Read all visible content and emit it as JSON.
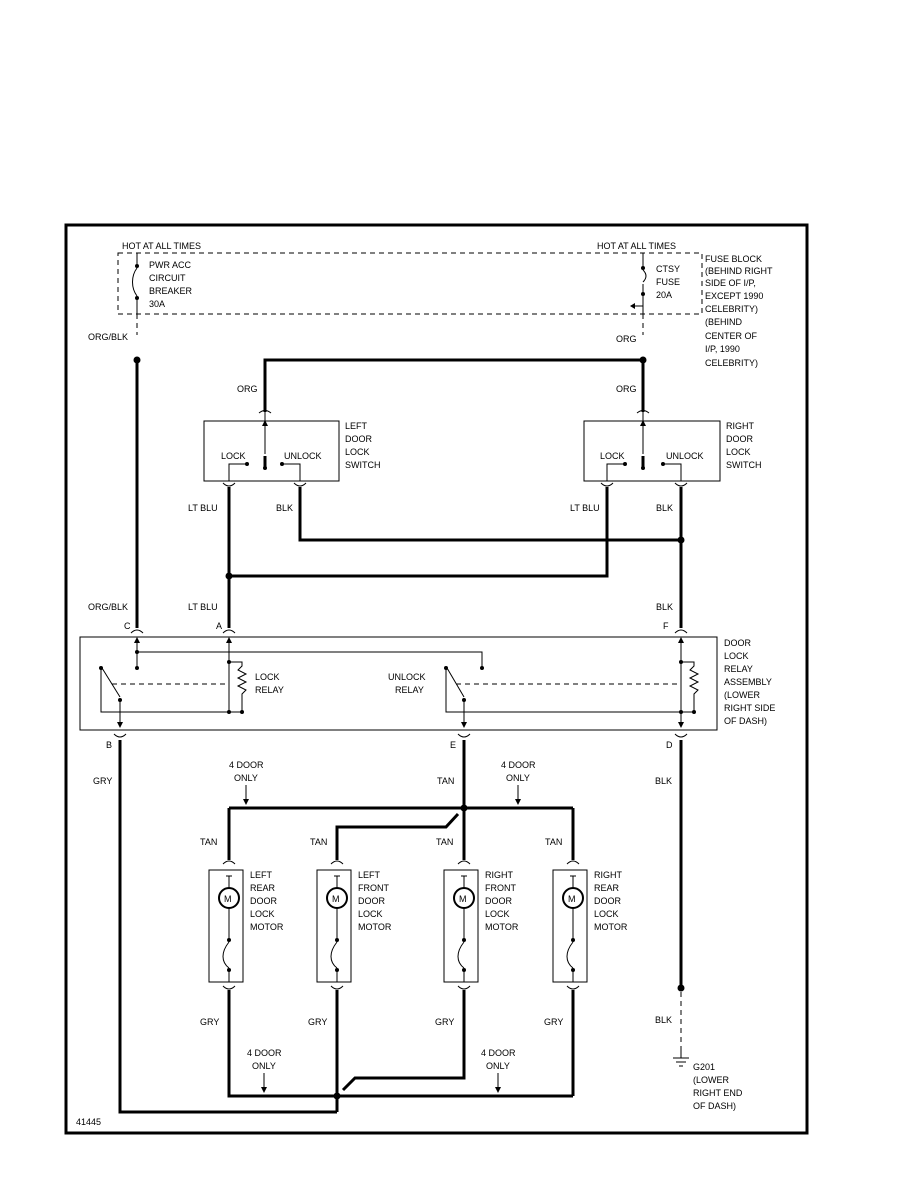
{
  "diagram_id": "41445",
  "supply": {
    "left_hot": "HOT AT ALL TIMES",
    "right_hot": "HOT AT ALL TIMES",
    "breaker": [
      "PWR ACC",
      "CIRCUIT",
      "BREAKER",
      "30A"
    ],
    "fuse": [
      "CTSY",
      "FUSE",
      "20A"
    ],
    "fuse_block": [
      "FUSE BLOCK",
      "(BEHIND RIGHT",
      "SIDE OF I/P,",
      "EXCEPT 1990",
      "CELEBRITY)",
      "(BEHIND",
      "CENTER OF",
      "I/P, 1990",
      "CELEBRITY)"
    ]
  },
  "wires": {
    "org_blk_top": "ORG/BLK",
    "org_top": "ORG",
    "org_left": "ORG",
    "org_right": "ORG",
    "lt_blu_left": "LT BLU",
    "blk_left_switch": "BLK",
    "lt_blu_right": "LT BLU",
    "blk_right_switch": "BLK",
    "org_blk_lower": "ORG/BLK",
    "lt_blu_lower": "LT BLU",
    "blk_lower": "BLK",
    "gry_b": "GRY",
    "tan_e": "TAN",
    "blk_d": "BLK",
    "tan_1": "TAN",
    "tan_2": "TAN",
    "tan_3": "TAN",
    "tan_4": "TAN",
    "gry_1": "GRY",
    "gry_2": "GRY",
    "gry_3": "GRY",
    "gry_4": "GRY",
    "blk_ground": "BLK"
  },
  "switches": {
    "left": {
      "lock": "LOCK",
      "unlock": "UNLOCK",
      "label": [
        "LEFT",
        "DOOR",
        "LOCK",
        "SWITCH"
      ]
    },
    "right": {
      "lock": "LOCK",
      "unlock": "UNLOCK",
      "label": [
        "RIGHT",
        "DOOR",
        "LOCK",
        "SWITCH"
      ]
    }
  },
  "relay": {
    "lock_relay": [
      "LOCK",
      "RELAY"
    ],
    "unlock_relay": [
      "UNLOCK",
      "RELAY"
    ],
    "assembly": [
      "DOOR",
      "LOCK",
      "RELAY",
      "ASSEMBLY",
      "(LOWER",
      "RIGHT SIDE",
      "OF DASH)"
    ],
    "pins": {
      "c": "C",
      "a": "A",
      "f": "F",
      "b": "B",
      "e": "E",
      "d": "D"
    }
  },
  "notes": {
    "four_door_1": [
      "4 DOOR",
      "ONLY"
    ],
    "four_door_2": [
      "4 DOOR",
      "ONLY"
    ],
    "four_door_3": [
      "4 DOOR",
      "ONLY"
    ],
    "four_door_4": [
      "4 DOOR",
      "ONLY"
    ]
  },
  "motors": [
    {
      "symbol": "M",
      "label": [
        "LEFT",
        "REAR",
        "DOOR",
        "LOCK",
        "MOTOR"
      ]
    },
    {
      "symbol": "M",
      "label": [
        "LEFT",
        "FRONT",
        "DOOR",
        "LOCK",
        "MOTOR"
      ]
    },
    {
      "symbol": "M",
      "label": [
        "RIGHT",
        "FRONT",
        "DOOR",
        "LOCK",
        "MOTOR"
      ]
    },
    {
      "symbol": "M",
      "label": [
        "RIGHT",
        "REAR",
        "DOOR",
        "LOCK",
        "MOTOR"
      ]
    }
  ],
  "ground": {
    "id": "G201",
    "location": [
      "(LOWER",
      "RIGHT END",
      "OF DASH)"
    ]
  }
}
